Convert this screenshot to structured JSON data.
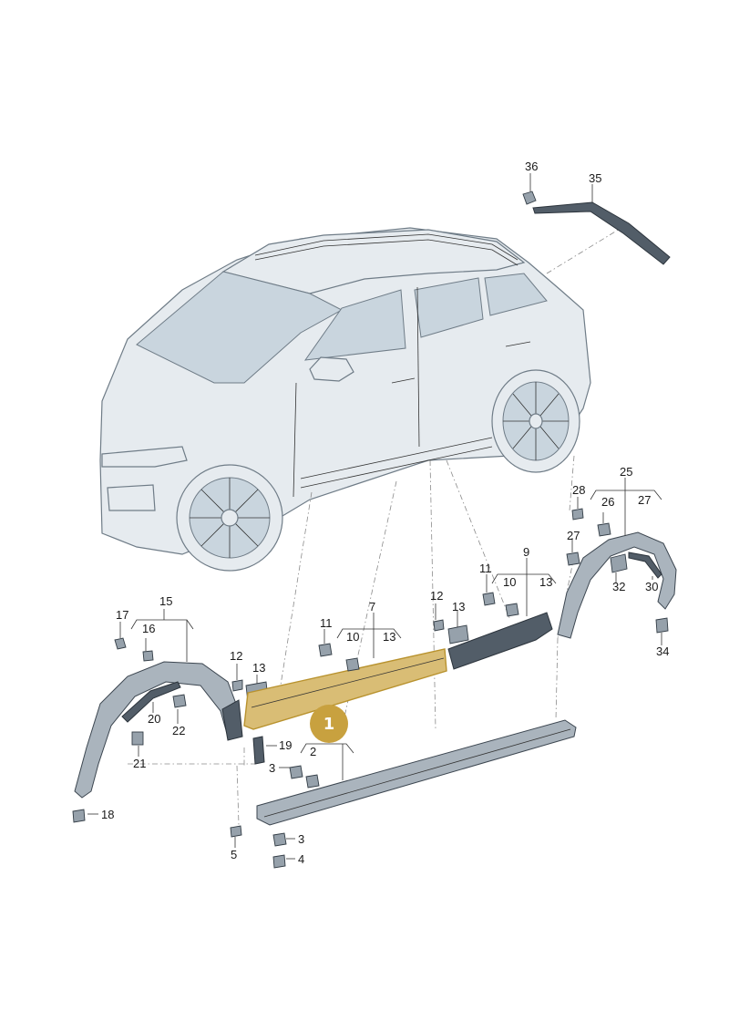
{
  "colors": {
    "highlight_fill": "#d9bd75",
    "highlight_stroke": "#b8922e",
    "badge": "#c8a13f",
    "part": "#aab4bd",
    "part_dark": "#525d68",
    "car_body": "#e6ebef"
  },
  "badge": {
    "label": "1"
  },
  "labels": {
    "l2": "2",
    "l3a": "3",
    "l3b": "3",
    "l4": "4",
    "l5": "5",
    "l7": "7",
    "l9": "9",
    "l10a": "10",
    "l10b": "10",
    "l11a": "11",
    "l11b": "11",
    "l12a": "12",
    "l12b": "12",
    "l13a": "13",
    "l13b": "13",
    "l13c": "13",
    "l13d": "13",
    "l15": "15",
    "l16": "16",
    "l17": "17",
    "l18": "18",
    "l19": "19",
    "l20": "20",
    "l21": "21",
    "l22": "22",
    "l25": "25",
    "l26": "26",
    "l27a": "27",
    "l27b": "27",
    "l28": "28",
    "l30": "30",
    "l32": "32",
    "l34": "34",
    "l35": "35",
    "l36": "36"
  }
}
